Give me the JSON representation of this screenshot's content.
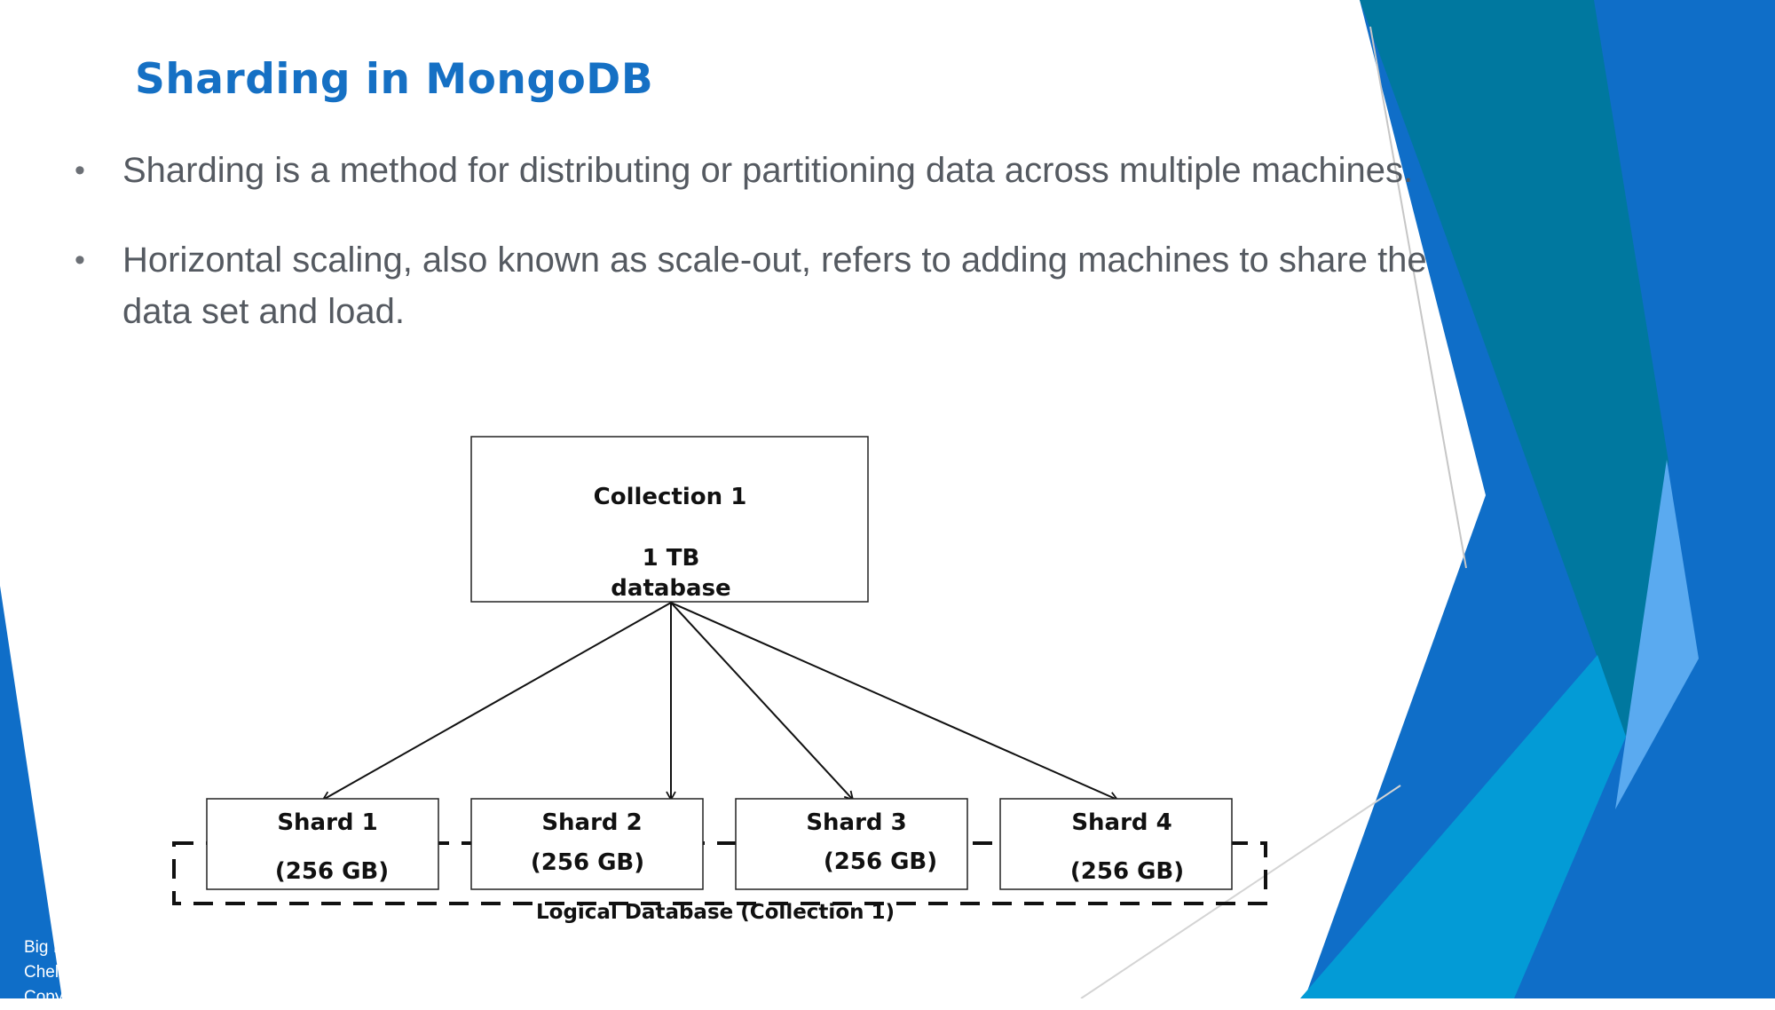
{
  "slide": {
    "title": "Sharding in MongoDB",
    "bullets": [
      "Sharding is a method for distributing or partitioning data across multiple machines.",
      "Horizontal scaling, also known as scale-out, refers to adding machines to share the data set and load."
    ],
    "bullet_marker": "•",
    "footer_lines": [
      "Big I",
      "Chel",
      "Copy"
    ]
  },
  "diagram": {
    "collection": {
      "name": "Collection 1",
      "size": "1 TB",
      "type": "database"
    },
    "shards": [
      {
        "name": "Shard 1",
        "size": "(256 GB)"
      },
      {
        "name": "Shard 2",
        "size": "(256 GB)"
      },
      {
        "name": "Shard 3",
        "size": "(256 GB)"
      },
      {
        "name": "Shard 4",
        "size": "(256 GB)"
      }
    ],
    "logical_db_label": "Logical Database (Collection 1)"
  },
  "colors": {
    "title": "#1570c4",
    "body_text": "#555a61",
    "deco_blue": "#0f6ec8",
    "deco_teal": "#00789f",
    "deco_cyan": "#039bd6",
    "deco_light": "#5aaaf0"
  }
}
